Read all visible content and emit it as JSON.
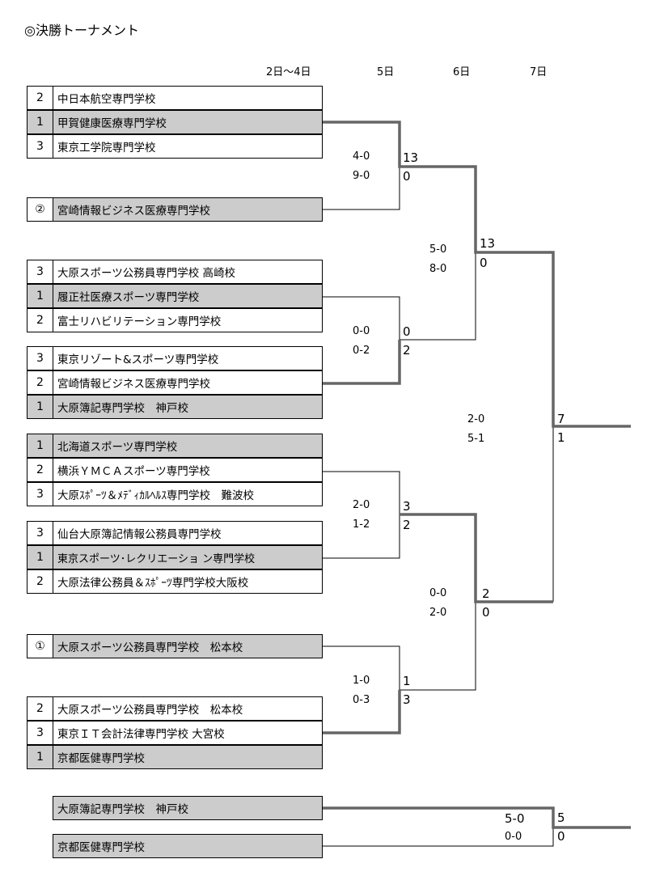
{
  "title": "◎決勝トーナメント",
  "days": [
    "2日～4日",
    "5日",
    "6日",
    "7日"
  ],
  "groups": [
    [
      {
        "rank": "2",
        "name": "中日本航空専門学校",
        "win": false
      },
      {
        "rank": "1",
        "name": "甲賀健康医療専門学校",
        "win": true
      },
      {
        "rank": "3",
        "name": "東京工学院専門学校",
        "win": false
      }
    ],
    [
      {
        "rank": "②",
        "name": "宮崎情報ビジネス医療専門学校",
        "win": true
      }
    ],
    [
      {
        "rank": "3",
        "name": "大原スポーツ公務員専門学校 高崎校",
        "win": false
      },
      {
        "rank": "1",
        "name": "履正社医療スポーツ専門学校",
        "win": true
      },
      {
        "rank": "2",
        "name": "富士リハビリテーション専門学校",
        "win": false
      }
    ],
    [
      {
        "rank": "3",
        "name": "東京リゾート&スポーツ専門学校",
        "win": false
      },
      {
        "rank": "2",
        "name": "宮崎情報ビジネス医療専門学校",
        "win": false
      },
      {
        "rank": "1",
        "name": "大原簿記専門学校　神戸校",
        "win": true
      }
    ],
    [
      {
        "rank": "1",
        "name": "北海道スポーツ専門学校",
        "win": true
      },
      {
        "rank": "2",
        "name": "横浜ＹＭＣＡスポーツ専門学校",
        "win": false
      },
      {
        "rank": "3",
        "name": "大原ｽﾎﾟｰﾂ＆ﾒﾃﾞｨｶﾙﾍﾙｽ専門学校　難波校",
        "win": false
      }
    ],
    [
      {
        "rank": "3",
        "name": "仙台大原簿記情報公務員専門学校",
        "win": false
      },
      {
        "rank": "1",
        "name": "東京スポーツ･レクリエーショ ン専門学校",
        "win": true
      },
      {
        "rank": "2",
        "name": "大原法律公務員＆ｽﾎﾟｰﾂ専門学校大阪校",
        "win": false
      }
    ],
    [
      {
        "rank": "①",
        "name": "大原スポーツ公務員専門学校　松本校",
        "win": true
      }
    ],
    [
      {
        "rank": "2",
        "name": "大原スポーツ公務員専門学校　松本校",
        "win": false
      },
      {
        "rank": "3",
        "name": "東京ＩＴ会計法律専門学校 大宮校",
        "win": false
      },
      {
        "rank": "1",
        "name": "京都医健専門学校",
        "win": true
      }
    ]
  ],
  "third_place": [
    {
      "name": "大原簿記専門学校　神戸校"
    },
    {
      "name": "京都医健専門学校"
    }
  ],
  "round1": [
    {
      "halves": [
        "4-0",
        "9-0"
      ],
      "totals": [
        "13",
        "0"
      ]
    },
    {
      "halves": [
        "0-0",
        "0-2"
      ],
      "totals": [
        "0",
        "2"
      ]
    },
    {
      "halves": [
        "2-0",
        "1-2"
      ],
      "totals": [
        "3",
        "2"
      ]
    },
    {
      "halves": [
        "1-0",
        "0-3"
      ],
      "totals": [
        "1",
        "3"
      ]
    }
  ],
  "round2": [
    {
      "halves": [
        "5-0",
        "8-0"
      ],
      "totals": [
        "13",
        "0"
      ]
    },
    {
      "halves": [
        "0-0",
        "2-0"
      ],
      "totals": [
        "2",
        "0"
      ]
    }
  ],
  "final": {
    "halves": [
      "2-0",
      "5-1"
    ],
    "totals": [
      "7",
      "1"
    ]
  },
  "third_match": {
    "halves": [
      "5-0",
      "0-0"
    ],
    "totals": [
      "5",
      "0"
    ]
  }
}
